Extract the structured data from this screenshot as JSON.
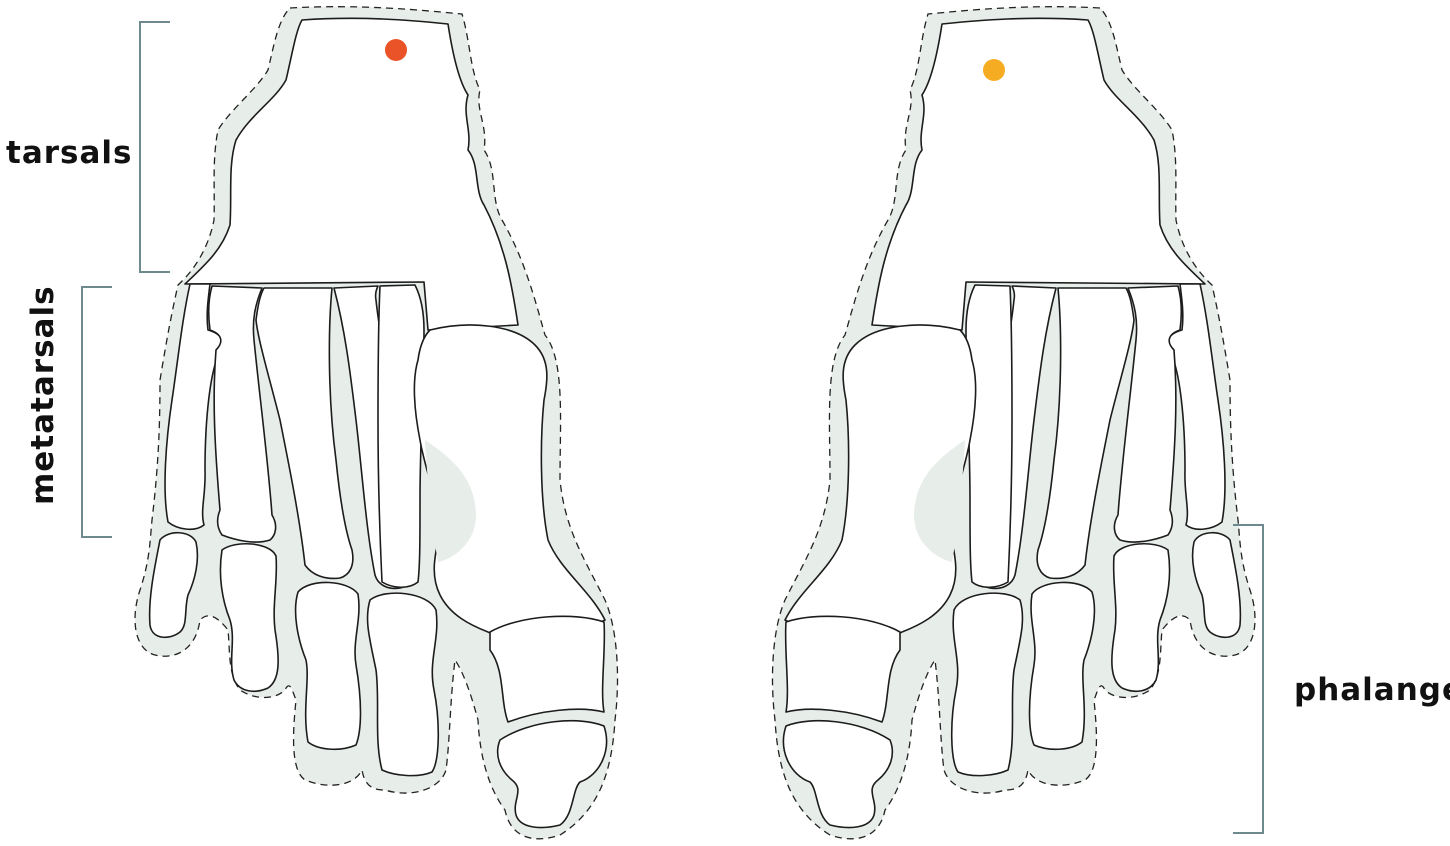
{
  "labels": {
    "tarsals": "tarsals",
    "metatarsals": "metatarsals",
    "phalanges": "phalanges"
  },
  "markers": {
    "left_foot_color": "#ea5228",
    "right_foot_color": "#f5ac22"
  },
  "colors": {
    "skin": "#e7ede9",
    "bracket": "#6f8a8e",
    "outline": "#1c1c1c"
  }
}
